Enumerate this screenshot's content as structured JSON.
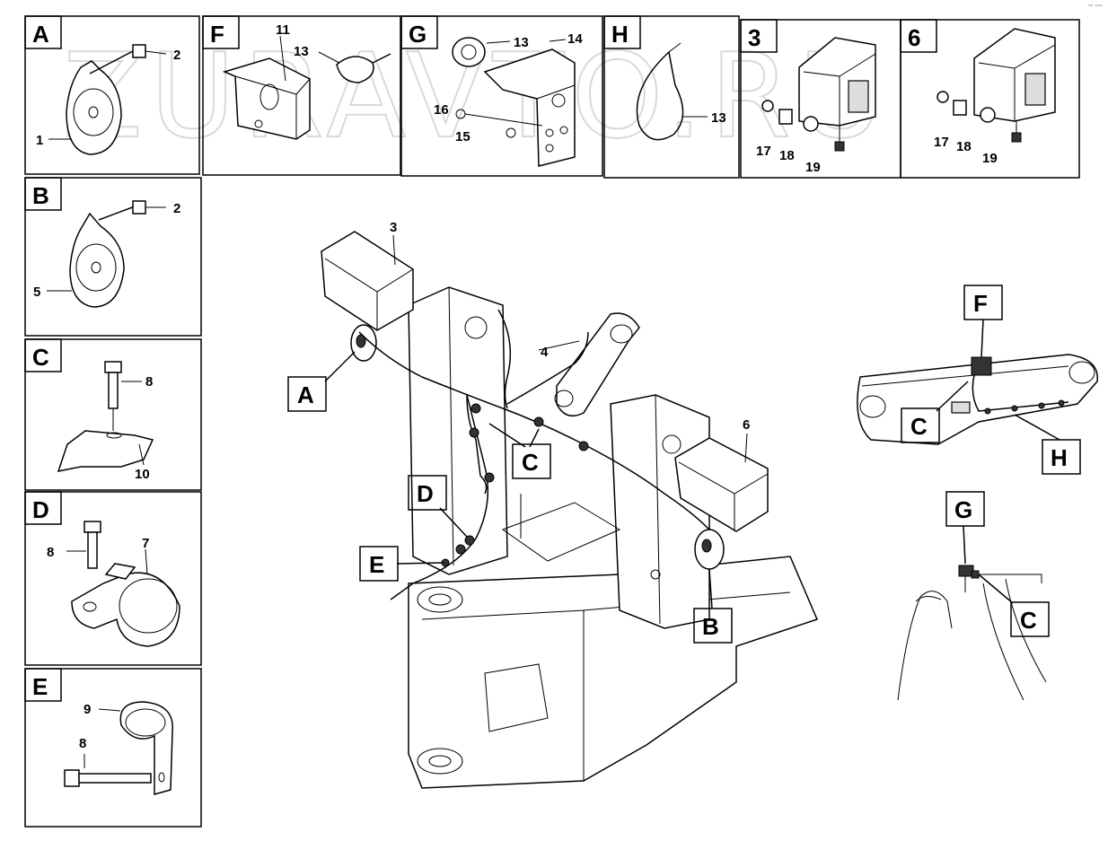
{
  "corner_mark": "°° °°°",
  "watermark": "ZURAVTO.RU",
  "panels": [
    {
      "id": "A",
      "letter": "A",
      "parts": [
        "2",
        "1"
      ]
    },
    {
      "id": "F",
      "letter": "F",
      "parts": [
        "11",
        "13"
      ]
    },
    {
      "id": "G",
      "letter": "G",
      "parts": [
        "13",
        "14",
        "16",
        "15"
      ]
    },
    {
      "id": "H",
      "letter": "H",
      "parts": [
        "13"
      ]
    },
    {
      "id": "P3",
      "letter": "3",
      "parts": [
        "17",
        "18",
        "19"
      ]
    },
    {
      "id": "P6",
      "letter": "6",
      "parts": [
        "17",
        "18",
        "19"
      ]
    },
    {
      "id": "B",
      "letter": "B",
      "parts": [
        "2",
        "5"
      ]
    },
    {
      "id": "C",
      "letter": "C",
      "parts": [
        "8",
        "10"
      ]
    },
    {
      "id": "D",
      "letter": "D",
      "parts": [
        "8",
        "7"
      ]
    },
    {
      "id": "E",
      "letter": "E",
      "parts": [
        "9",
        "8"
      ]
    }
  ],
  "main_view": {
    "part_numbers": [
      "3",
      "4",
      "6"
    ],
    "callouts": [
      "A",
      "C",
      "D",
      "E",
      "B"
    ]
  },
  "detail_top_right": {
    "callouts": [
      "F",
      "C",
      "H"
    ]
  },
  "detail_bottom_right": {
    "callouts": [
      "G",
      "C"
    ]
  }
}
